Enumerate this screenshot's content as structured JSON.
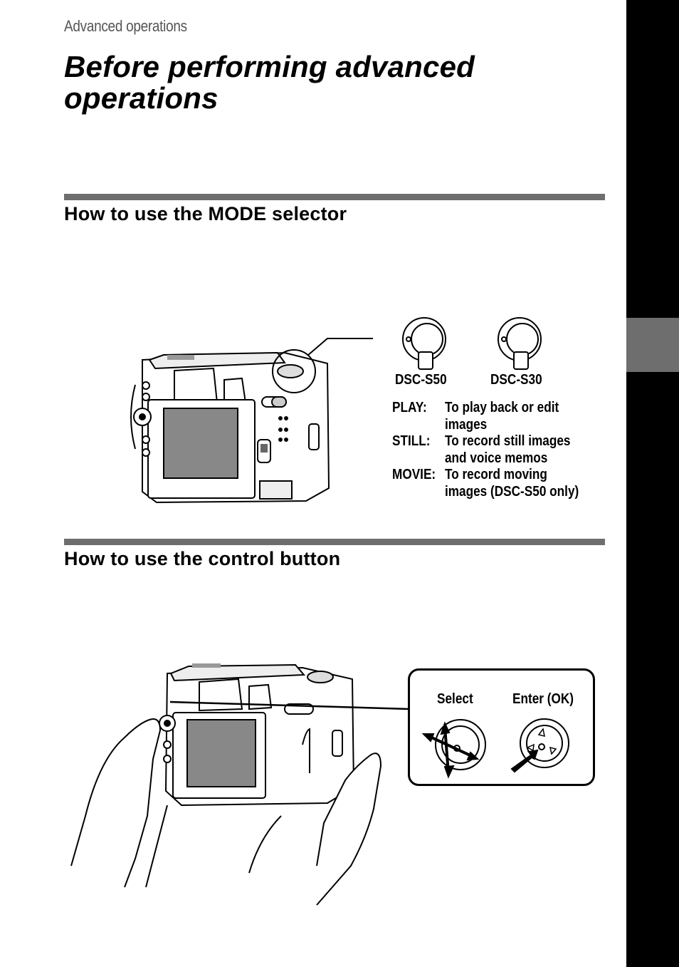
{
  "header": {
    "section_label": "Advanced operations",
    "page_title": "Before performing advanced operations"
  },
  "mode_section": {
    "heading": "How to use the MODE selector",
    "dial_models": [
      {
        "label": "DSC-S50"
      },
      {
        "label": "DSC-S30"
      }
    ],
    "modes": [
      {
        "name": "PLAY:",
        "description": "To play back or edit images"
      },
      {
        "name": "STILL:",
        "description": "To record still images and voice memos"
      },
      {
        "name": "MOVIE:",
        "description": "To record moving images (DSC-S50 only)"
      }
    ]
  },
  "control_section": {
    "heading": "How to use the control button",
    "select_label": "Select",
    "enter_label": "Enter (OK)"
  },
  "colors": {
    "rule": "#6e6e6e",
    "side_strip": "#000000",
    "side_tab": "#6e6e6e",
    "section_label": "#555555"
  }
}
